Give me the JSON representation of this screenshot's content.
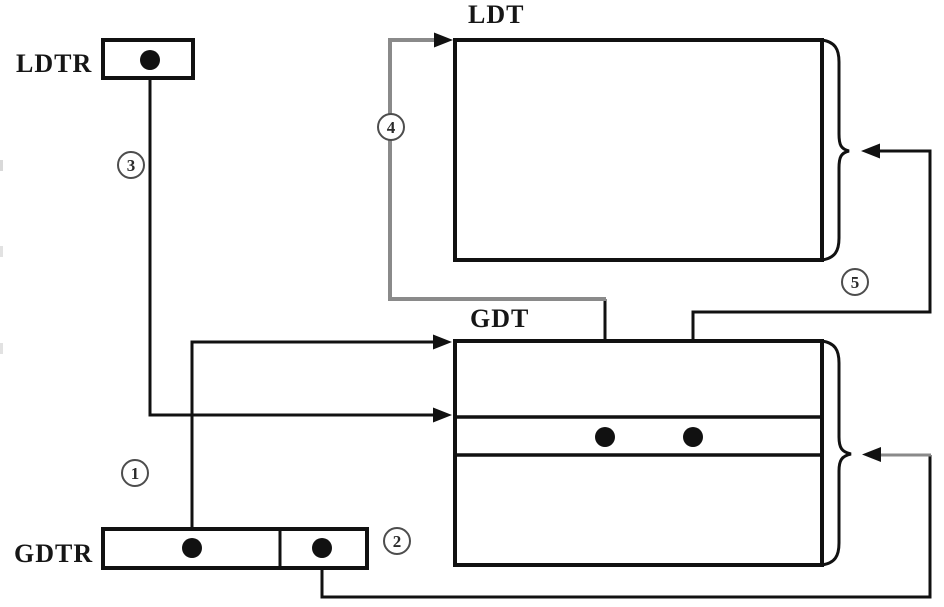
{
  "figure": {
    "description": "Descriptor table registers diagram: LDTR and GDTR registers pointing into LDT and GDT tables",
    "background_color": "#ffffff",
    "line_color": "#111111",
    "gray_line_color": "#8a8a8a",
    "registers": {
      "ldtr_label": "LDTR",
      "gdtr_label": "GDTR"
    },
    "tables": {
      "ldt_label": "LDT",
      "gdt_label": "GDT"
    },
    "steps": [
      {
        "label": "1"
      },
      {
        "label": "2"
      },
      {
        "label": "3"
      },
      {
        "label": "4"
      },
      {
        "label": "5"
      }
    ]
  }
}
